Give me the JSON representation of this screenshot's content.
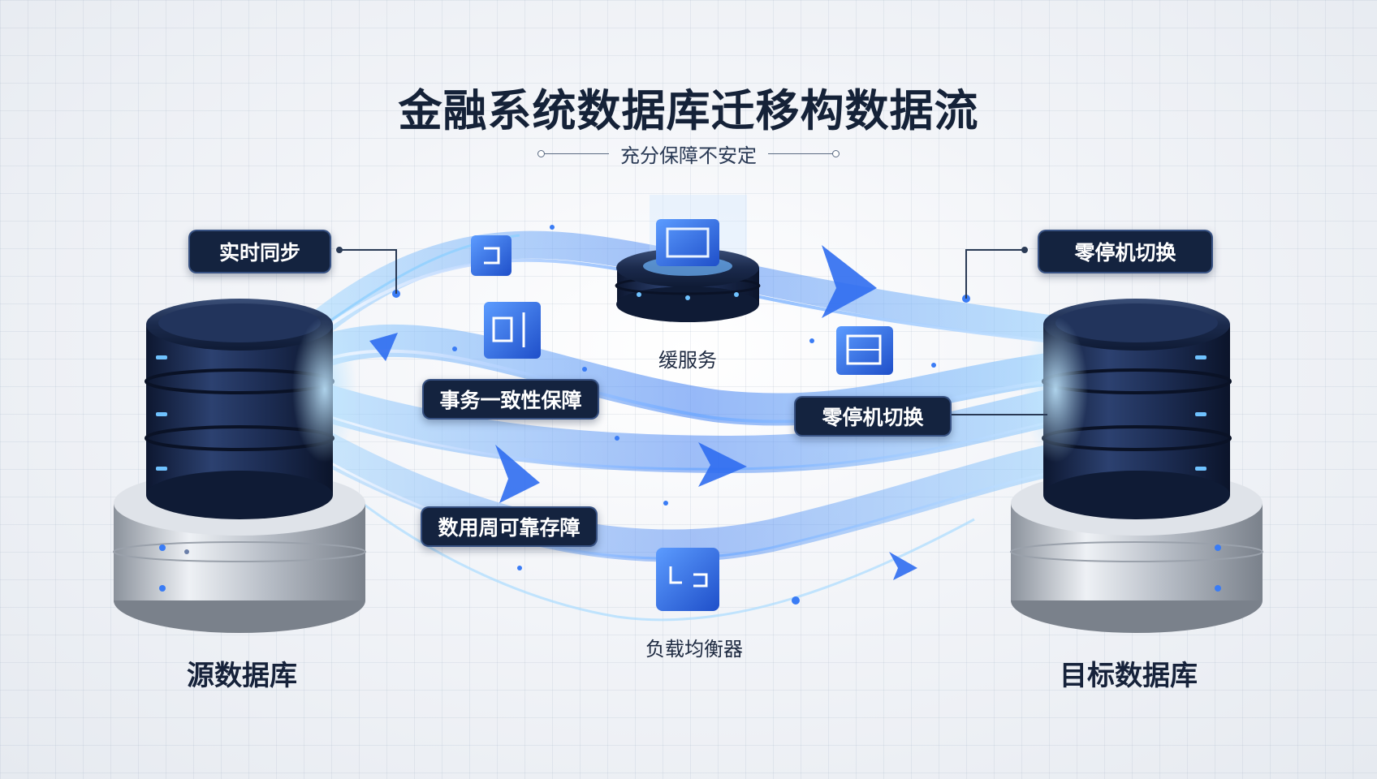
{
  "title": "金融系统数据库迁移构数据流",
  "subtitle": "充分保障不安定",
  "labels": {
    "realtime_sync": "实时同步",
    "zero_downtime_top": "零停机切换",
    "transaction_consistency": "事务一致性保障",
    "zero_downtime_mid": "零停机切换",
    "high_availability": "数用周可靠存障",
    "cache_service": "缓服务",
    "load_balancer": "负载均衡器",
    "source_db": "源数据库",
    "target_db": "目标数据库"
  },
  "colors": {
    "accent": "#2f6df0",
    "flow_light": "#8fd0ff",
    "pill_bg": "#14233f",
    "title": "#152238"
  },
  "icons": [
    "database-icon",
    "cache-server-icon",
    "cube-icon",
    "arrow-icon",
    "load-balancer-icon"
  ]
}
